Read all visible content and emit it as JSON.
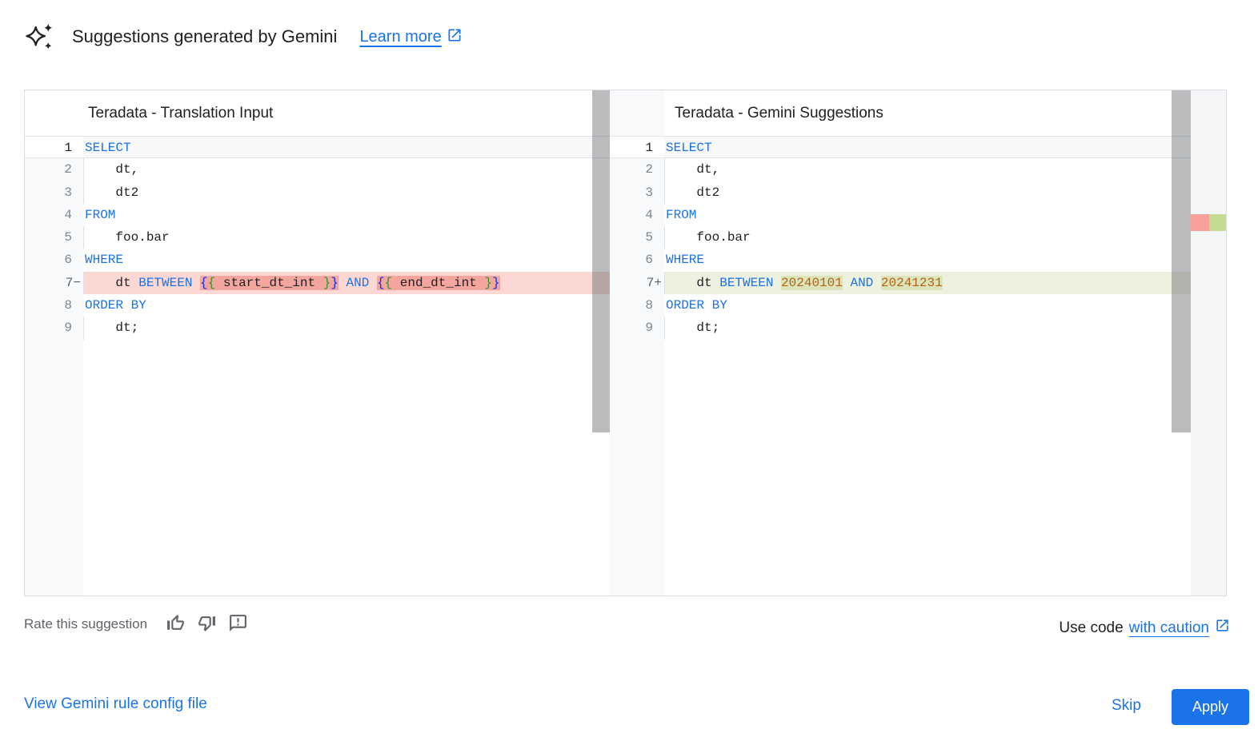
{
  "header": {
    "title": "Suggestions generated by Gemini",
    "learn_more": "Learn more"
  },
  "panels": {
    "left": {
      "title": "Teradata - Translation Input",
      "lines": [
        {
          "num": "1",
          "active": true,
          "tokens": [
            {
              "t": "SELECT",
              "c": "kw"
            }
          ]
        },
        {
          "num": "2",
          "indent": true,
          "tokens": [
            {
              "t": "    dt,",
              "c": "pl"
            }
          ]
        },
        {
          "num": "3",
          "indent": true,
          "tokens": [
            {
              "t": "    dt2",
              "c": "pl"
            }
          ]
        },
        {
          "num": "4",
          "tokens": [
            {
              "t": "FROM",
              "c": "kw"
            }
          ]
        },
        {
          "num": "5",
          "indent": true,
          "tokens": [
            {
              "t": "    foo.bar",
              "c": "pl"
            }
          ]
        },
        {
          "num": "6",
          "tokens": [
            {
              "t": "WHERE",
              "c": "kw"
            }
          ]
        },
        {
          "num": "7",
          "sign": "−",
          "diff": "removed",
          "indent": true,
          "tokens": [
            {
              "t": "    dt ",
              "c": "pl"
            },
            {
              "t": "BETWEEN",
              "c": "kw"
            },
            {
              "t": " ",
              "c": "pl"
            },
            {
              "t": "{",
              "c": "b1",
              "hl": true
            },
            {
              "t": "{",
              "c": "b2",
              "hl": true
            },
            {
              "t": " start_dt_int ",
              "c": "pl",
              "hl": true
            },
            {
              "t": "}",
              "c": "b2",
              "hl": true
            },
            {
              "t": "}",
              "c": "b1",
              "hl": true
            },
            {
              "t": " ",
              "c": "pl"
            },
            {
              "t": "AND",
              "c": "kw"
            },
            {
              "t": " ",
              "c": "pl"
            },
            {
              "t": "{",
              "c": "b1",
              "hl": true
            },
            {
              "t": "{",
              "c": "b2",
              "hl": true
            },
            {
              "t": " end_dt_int ",
              "c": "pl",
              "hl": true
            },
            {
              "t": "}",
              "c": "b2",
              "hl": true
            },
            {
              "t": "}",
              "c": "b1",
              "hl": true
            }
          ]
        },
        {
          "num": "8",
          "tokens": [
            {
              "t": "ORDER BY",
              "c": "kw"
            }
          ]
        },
        {
          "num": "9",
          "indent": true,
          "tokens": [
            {
              "t": "    dt;",
              "c": "pl"
            }
          ]
        }
      ]
    },
    "right": {
      "title": "Teradata - Gemini Suggestions",
      "lines": [
        {
          "num": "1",
          "active": true,
          "tokens": [
            {
              "t": "SELECT",
              "c": "kw"
            }
          ]
        },
        {
          "num": "2",
          "indent": true,
          "tokens": [
            {
              "t": "    dt,",
              "c": "pl"
            }
          ]
        },
        {
          "num": "3",
          "indent": true,
          "tokens": [
            {
              "t": "    dt2",
              "c": "pl"
            }
          ]
        },
        {
          "num": "4",
          "tokens": [
            {
              "t": "FROM",
              "c": "kw"
            }
          ]
        },
        {
          "num": "5",
          "indent": true,
          "tokens": [
            {
              "t": "    foo.bar",
              "c": "pl"
            }
          ]
        },
        {
          "num": "6",
          "tokens": [
            {
              "t": "WHERE",
              "c": "kw"
            }
          ]
        },
        {
          "num": "7",
          "sign": "+",
          "diff": "added",
          "indent": true,
          "tokens": [
            {
              "t": "    dt ",
              "c": "pl"
            },
            {
              "t": "BETWEEN",
              "c": "kw"
            },
            {
              "t": " ",
              "c": "pl"
            },
            {
              "t": "20240101",
              "c": "num",
              "hl": true
            },
            {
              "t": " ",
              "c": "pl"
            },
            {
              "t": "AND",
              "c": "kw"
            },
            {
              "t": " ",
              "c": "pl"
            },
            {
              "t": "20241231",
              "c": "num",
              "hl": true
            }
          ]
        },
        {
          "num": "8",
          "tokens": [
            {
              "t": "ORDER BY",
              "c": "kw"
            }
          ]
        },
        {
          "num": "9",
          "indent": true,
          "tokens": [
            {
              "t": "    dt;",
              "c": "pl"
            }
          ]
        }
      ]
    }
  },
  "rate": {
    "label": "Rate this suggestion"
  },
  "caution": {
    "prefix": "Use code",
    "link": "with caution"
  },
  "actions": {
    "view_config": "View Gemini rule config file",
    "skip": "Skip",
    "apply": "Apply"
  },
  "icons": {
    "header": "gemini-sparkle",
    "learn_more": "external-link",
    "rate": [
      "thumb-up",
      "thumb-down",
      "feedback"
    ],
    "caution": "external-link"
  },
  "colors": {
    "accent": "#1a73e8",
    "text_primary": "#202124",
    "text_secondary": "#5f6368",
    "border": "#dadce0",
    "gutter_bg": "#f8f9fa",
    "removed_line_bg": "#fcd8d5",
    "removed_word_bg": "#f4a69e",
    "added_line_bg": "#eef1e0",
    "added_word_bg": "#dce4bc",
    "keyword": "#1a73e8",
    "number_literal": "#b26212",
    "bracket_outer": "#0431fa",
    "bracket_inner": "#319331",
    "map_removed": "#f89f9b",
    "map_added": "#c5da92"
  }
}
